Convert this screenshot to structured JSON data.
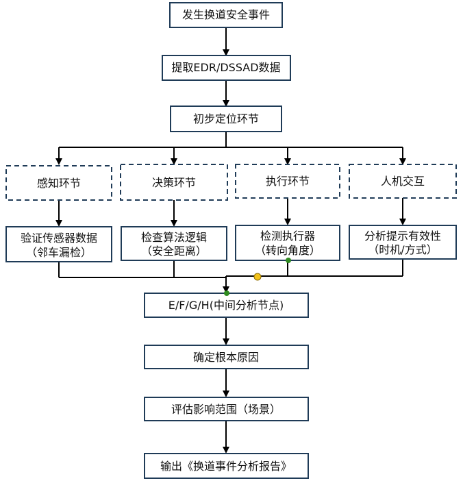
{
  "nodes": {
    "event": {
      "label": "发生换道安全事件"
    },
    "extract": {
      "label": "提取EDR/DSSAD数据"
    },
    "locate": {
      "label": "初步定位环节"
    },
    "perception": {
      "label": "感知环节"
    },
    "decision": {
      "label": "决策环节"
    },
    "execution": {
      "label": "执行环节"
    },
    "hmi": {
      "label": "人机交互"
    },
    "verify_sensor": {
      "line1": "验证传感器数据",
      "line2": "（邻车漏检）"
    },
    "check_algo": {
      "line1": "检查算法逻辑",
      "line2": "（安全距离）"
    },
    "test_actuator": {
      "line1": "检测执行器",
      "line2": "（转向角度）"
    },
    "analyze_hint": {
      "line1": "分析提示有效性",
      "line2": "（时机/方式）"
    },
    "efgh": {
      "label": "E/F/G/H(中间分析节点)"
    },
    "root_cause": {
      "label": "确定根本原因"
    },
    "impact": {
      "label": "评估影响范围（场景）"
    },
    "report": {
      "label": "输出《换道事件分析报告》"
    }
  }
}
